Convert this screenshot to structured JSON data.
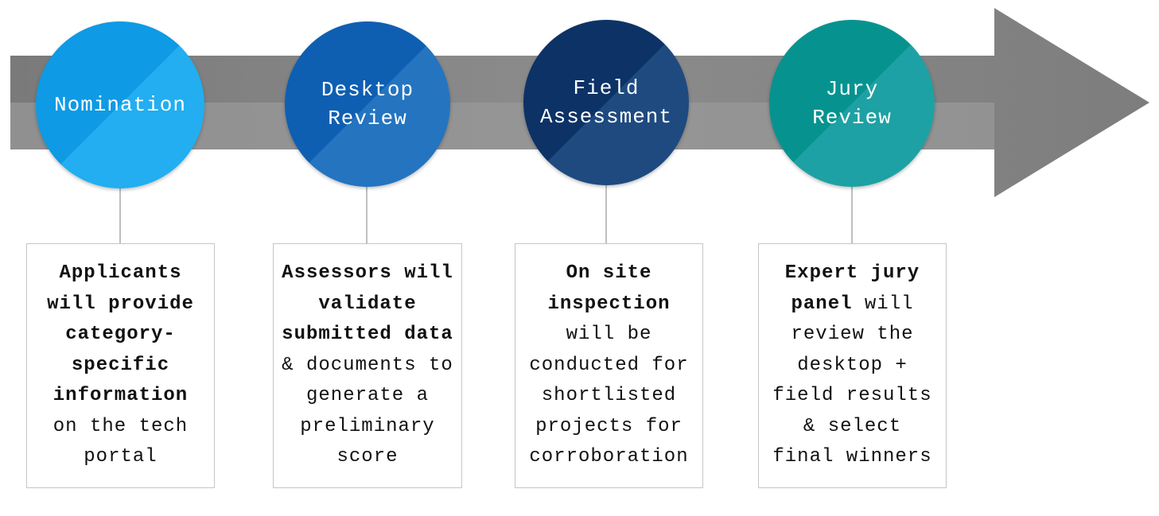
{
  "stages": [
    {
      "title": "Nomination",
      "color": "#14a3ea",
      "bold": "Applicants will provide category-specific information",
      "rest": " on the tech portal"
    },
    {
      "title": "Desktop\nReview",
      "color": "#1466b8",
      "bold": "Assessors will validate submitted data",
      "rest": " & documents to generate a preliminary score"
    },
    {
      "title": "Field\nAssessment",
      "color": "#123a6e",
      "bold": "On site inspection",
      "rest": " will be conducted for shortlisted projects for corroboration"
    },
    {
      "title": "Jury\nReview",
      "color": "#0f9aa2",
      "bold": "Expert jury panel",
      "rest": " will review the desktop + field results & select final winners"
    }
  ]
}
